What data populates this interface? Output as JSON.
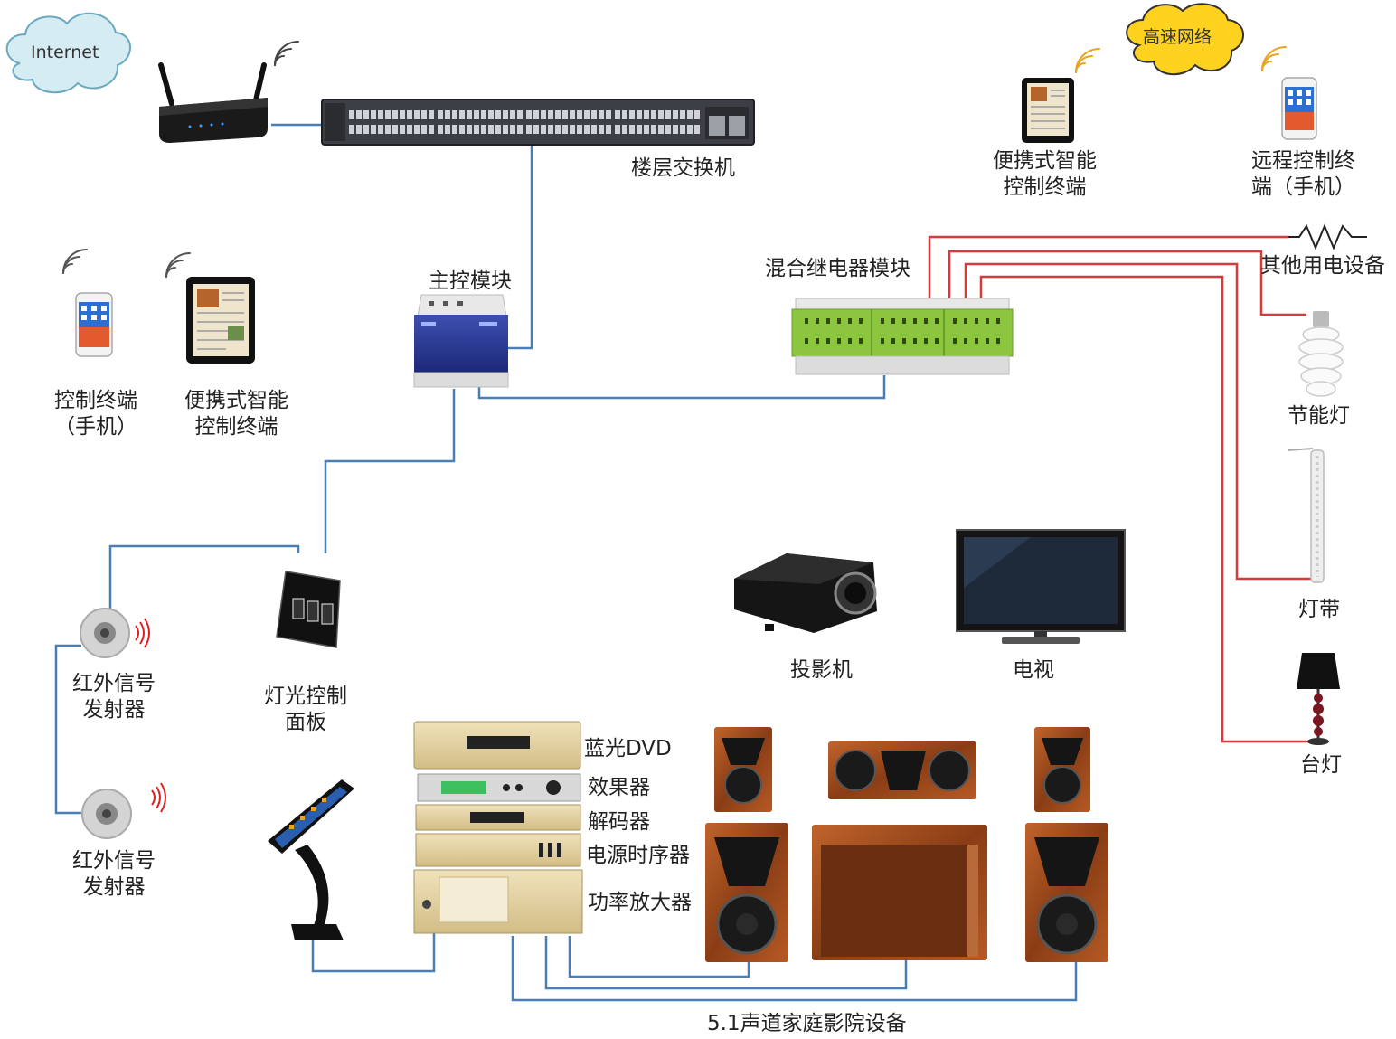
{
  "clouds": {
    "internet": "Internet",
    "highspeed": "高速网络"
  },
  "labels": {
    "switch": "楼层交换机",
    "main_module": "主控模块",
    "relay_module": "混合继电器模块",
    "tablet_top": [
      "便携式智能",
      "控制终端"
    ],
    "remote_phone": [
      "远程控制终",
      "端（手机）"
    ],
    "other_devices": "其他用电设备",
    "phone_left": [
      "控制终端",
      "（手机）"
    ],
    "tablet_left": [
      "便携式智能",
      "控制终端"
    ],
    "cfl": "节能灯",
    "strip": "灯带",
    "lamp": "台灯",
    "ir1": [
      "红外信号",
      "发射器"
    ],
    "ir2": [
      "红外信号",
      "发射器"
    ],
    "light_panel": [
      "灯光控制",
      "面板"
    ],
    "projector": "投影机",
    "tv": "电视",
    "bluray": "蓝光DVD",
    "effects": "效果器",
    "decoder": "解码器",
    "sequencer": "电源时序器",
    "amplifier": "功率放大器",
    "home_theater": "5.1声道家庭影院设备"
  },
  "colors": {
    "data_line": "#4a7fb5",
    "power_line": "#d63a3a",
    "relay_green": "#8cc63f",
    "cloud_blue": "#d6ecf3",
    "cloud_yellow": "#ffd21f",
    "wood": "#a0522d"
  },
  "icons": [
    "router-icon",
    "switch-icon",
    "tablet-icon",
    "phone-icon",
    "relay-module-icon",
    "main-module-icon",
    "cfl-bulb-icon",
    "led-strip-icon",
    "table-lamp-icon",
    "ir-emitter-icon",
    "light-panel-icon",
    "touch-kiosk-icon",
    "projector-icon",
    "tv-icon",
    "speaker-icon",
    "subwoofer-icon",
    "av-rack-icon",
    "wifi-icon",
    "resistor-icon"
  ]
}
